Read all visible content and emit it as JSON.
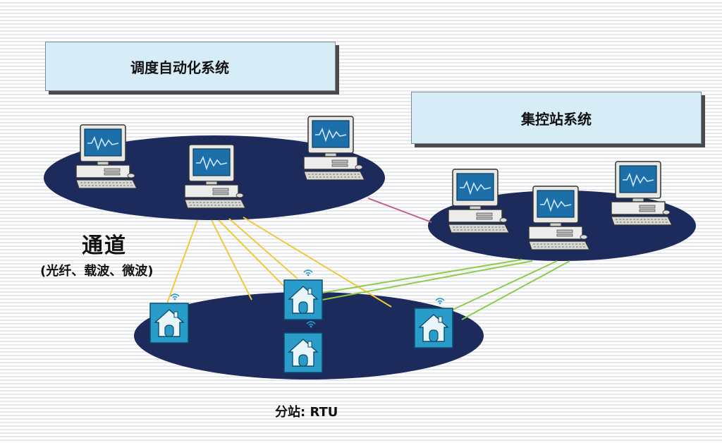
{
  "dispatch_system": {
    "label": "调度自动化系统"
  },
  "control_center": {
    "label": "集控站系统"
  },
  "channel": {
    "title": "通道",
    "subtitle": "(光纤、载波、微波)"
  },
  "substation": {
    "label": "分站: RTU"
  },
  "colors": {
    "ellipse": "#1d2a5c",
    "label_box": "#d6ecf7",
    "channel_line": "#f0c93a",
    "control_link": "#8ccc48",
    "inter_system_link": "#c25a85",
    "rtu_icon": "#2a9cc9"
  },
  "icons": [
    "computer-icon",
    "house-icon",
    "wireless-icon"
  ]
}
